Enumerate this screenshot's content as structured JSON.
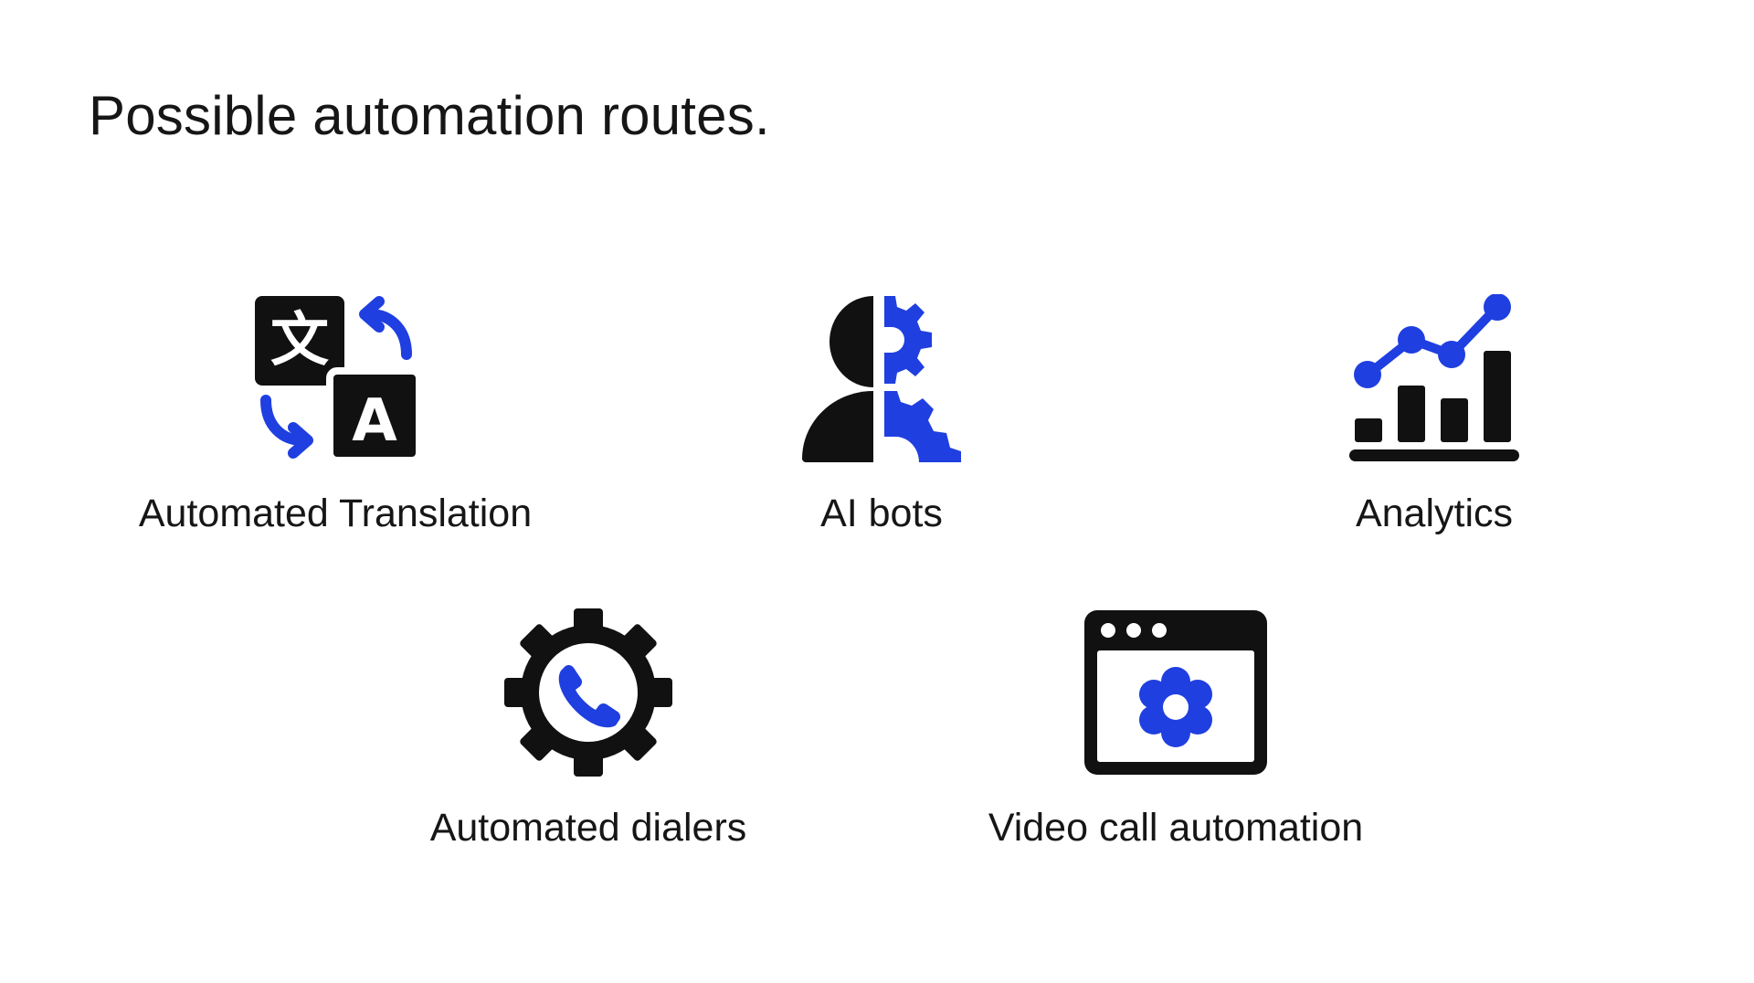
{
  "slide": {
    "title": "Possible automation routes."
  },
  "colors": {
    "accent": "#1f3fe0",
    "ink": "#111111",
    "background": "#ffffff"
  },
  "routes": [
    {
      "label": "Automated Translation",
      "icon": "translate-icon"
    },
    {
      "label": "AI bots",
      "icon": "ai-bot-icon"
    },
    {
      "label": "Analytics",
      "icon": "analytics-chart-icon"
    },
    {
      "label": "Automated dialers",
      "icon": "gear-phone-icon"
    },
    {
      "label": "Video call automation",
      "icon": "browser-gear-icon"
    }
  ],
  "icon_glyphs": {
    "translate_source": "文",
    "translate_target": "A"
  }
}
